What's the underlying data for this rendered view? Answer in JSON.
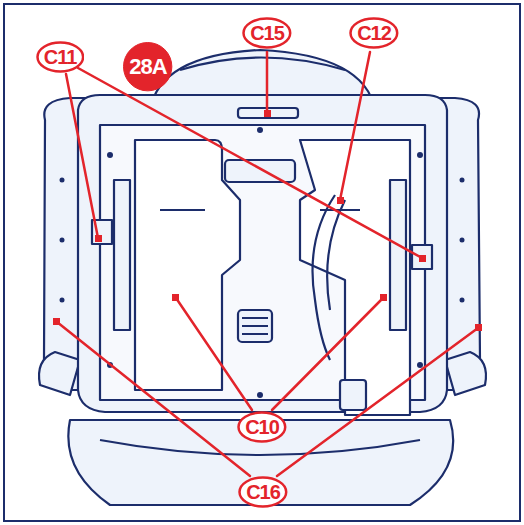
{
  "diagram": {
    "nodes": [
      {
        "text": [
          "C11"
        ]
      },
      {
        "text": [
          "28A"
        ]
      },
      {
        "text": [
          "C15"
        ]
      },
      {
        "text": [
          "C12"
        ]
      },
      {
        "text": [
          "C10"
        ]
      },
      {
        "text": [
          "C16"
        ]
      }
    ]
  }
}
